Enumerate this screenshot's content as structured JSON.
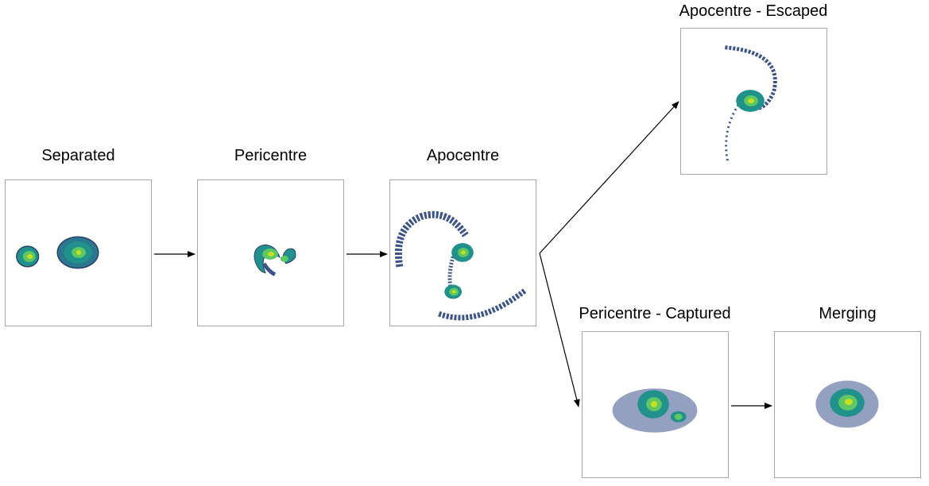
{
  "stages": {
    "separated": "Separated",
    "pericentre": "Pericentre",
    "apocentre": "Apocentre",
    "apocentre_escaped": "Apocentre - Escaped",
    "pericentre_captured": "Pericentre - Captured",
    "merging": "Merging"
  },
  "colors": {
    "deep": "#3b528b",
    "mid": "#21918c",
    "bright": "#5ec962",
    "core": "#c8e020",
    "panel_border": "#a8a8a8",
    "arrow": "#000000"
  }
}
